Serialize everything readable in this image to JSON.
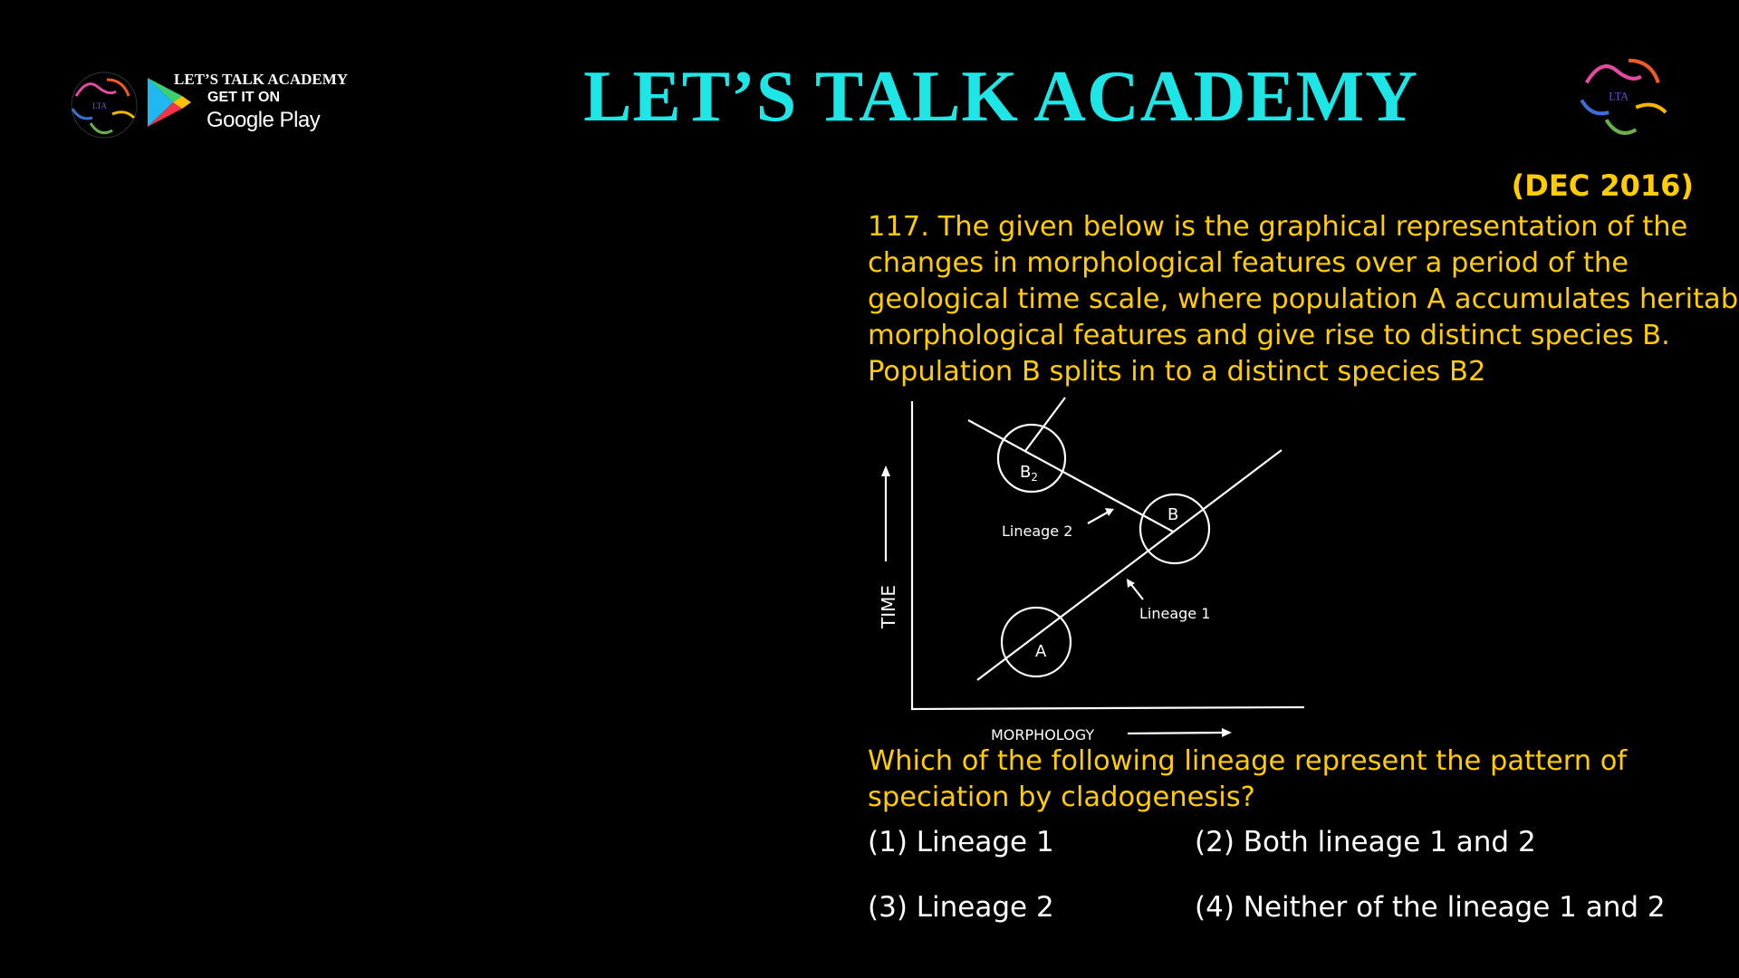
{
  "header": {
    "title": "LET’S TALK ACADEMY",
    "badge": {
      "name": "LET’S TALK ACADEMY",
      "get_it_on": "GET IT ON",
      "store": "Google Play"
    },
    "logo_text": "LTA",
    "exam": "(DEC 2016)"
  },
  "question": {
    "lines": [
      "117. The given below is the graphical representation of the",
      "changes in morphological features over a period of the",
      "geological time scale, where population A accumulates heritable",
      "morphological features and give rise to distinct species B.",
      "Population B splits in to a distinct species B2"
    ],
    "prompt_lines": [
      "Which of the following lineage represent the pattern of",
      "speciation by cladogenesis?"
    ],
    "options": [
      "(1) Lineage 1",
      "(2) Both lineage 1 and 2",
      "(3) Lineage 2",
      "(4) Neither of the lineage 1 and 2"
    ]
  },
  "diagram": {
    "y_axis": "TIME",
    "x_axis": "MORPHOLOGY",
    "nodes": {
      "a": "A",
      "b": "B",
      "b2": "B",
      "b2_sub": "2"
    },
    "labels": {
      "lineage1": "Lineage 1",
      "lineage2": "Lineage 2"
    }
  },
  "colors": {
    "title": "#1ee6e6",
    "question": "#ffcc00",
    "options": "#ffffff",
    "background": "#000000"
  }
}
